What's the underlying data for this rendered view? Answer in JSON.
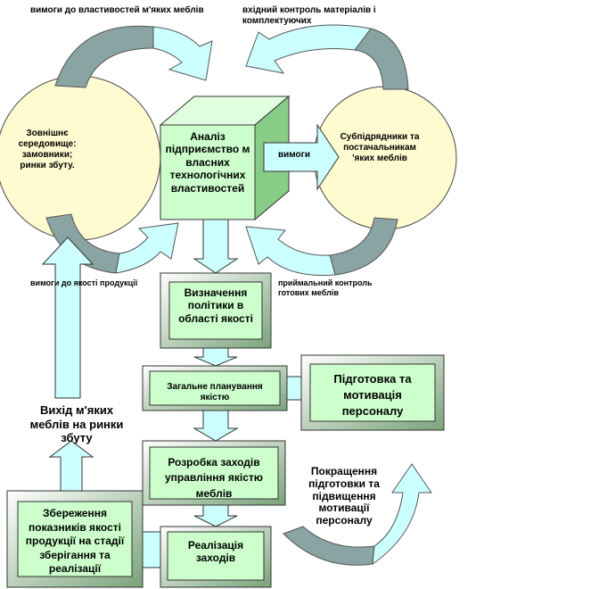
{
  "labels": {
    "top_left": "вимоги до властивостей м'яких меблів",
    "top_right": "вхідний контроль матеріалів і комплектуючих",
    "left_circle": "Зовнішнє середовище: замовники; ринки збуту.",
    "right_circle": "Субпідрядники та постачальникам 'яких меблів",
    "cube": "Аналіз підприємство м власних технологічних властивостей",
    "requirements_arrow": "вимоги",
    "mid_left": "вимоги до якості продукції",
    "mid_right": "приймальний контроль готових меблів",
    "box_policy": "Визначення політики в області якості",
    "box_planning": "Загальне планування якістю",
    "box_training": "Підготовка та мотивація персоналу",
    "exit_label": "Вихід м'яких меблів на ринки збуту",
    "box_measures": "Розробка заходів управління якістю меблів",
    "improve_label": "Покращення підготовки та підвищення мотивації персоналу",
    "box_storage": "Збереження показників якості продукції на стадії зберігання та реалізації",
    "box_implementation": "Реалізація заходів"
  },
  "colors": {
    "circle_fill": "#fffbd0",
    "box_fill": "#ccffcc",
    "arrow_fill": "#ccffff",
    "arc_gray": "#8aa3a3"
  }
}
